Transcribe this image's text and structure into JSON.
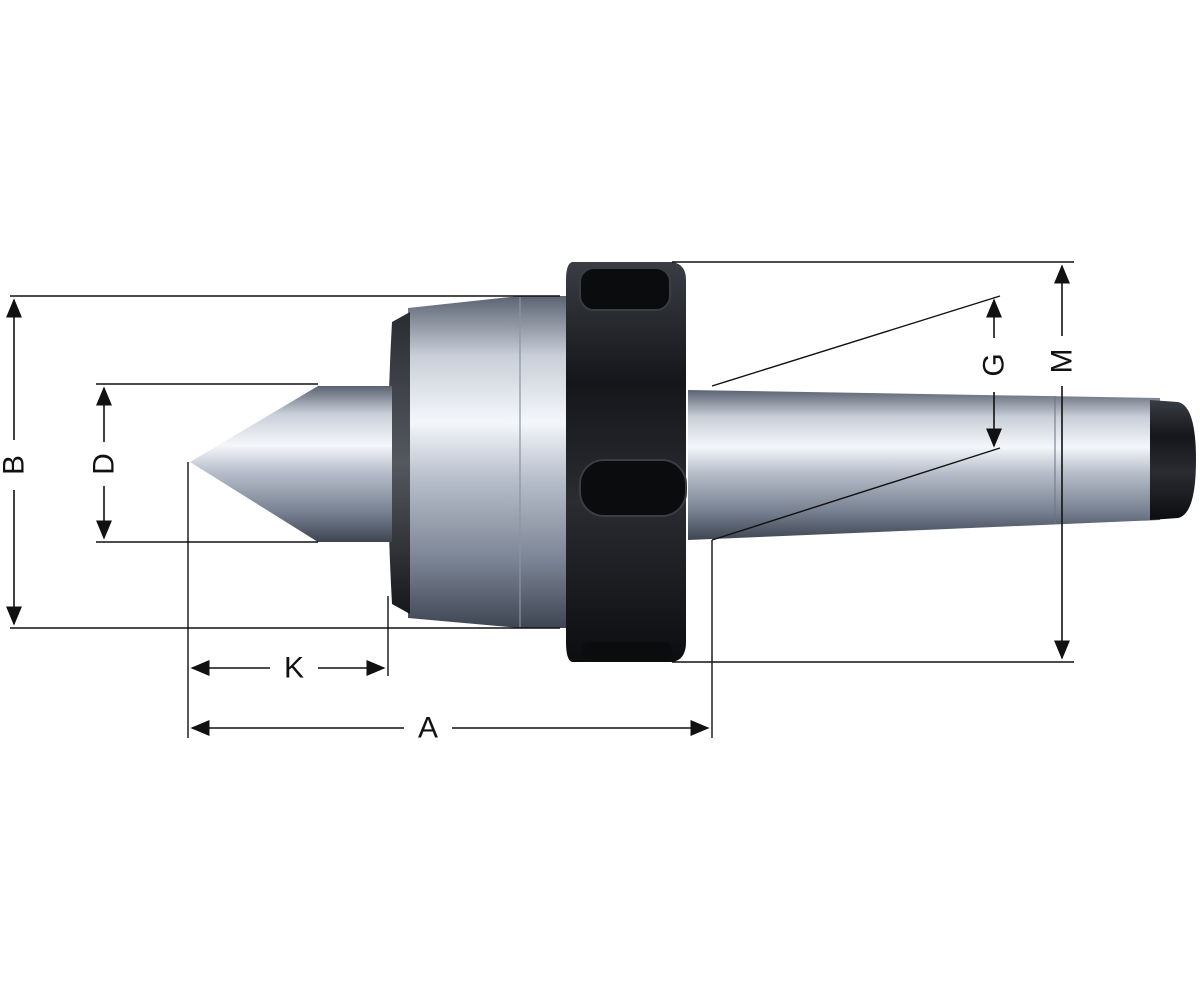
{
  "dimensions": {
    "A": "A",
    "B": "B",
    "D": "D",
    "G": "G",
    "K": "K",
    "M": "M"
  },
  "colors": {
    "steel_light": "#eef1f6",
    "steel_mid": "#a9b1bf",
    "steel_dark": "#4a5261",
    "black_collar": "#1b1c20",
    "line": "#111111"
  }
}
